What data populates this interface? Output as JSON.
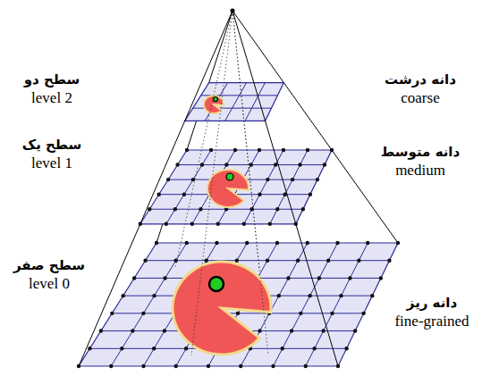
{
  "diagram": {
    "labels": [
      "سطح دو",
      "level 2",
      "دانه درشت",
      "coarse",
      "سطح یک",
      "level 1",
      "دانه متوسط",
      "medium",
      "سطح صفر",
      "level 0",
      "دانه ریز",
      "fine-grained"
    ]
  }
}
